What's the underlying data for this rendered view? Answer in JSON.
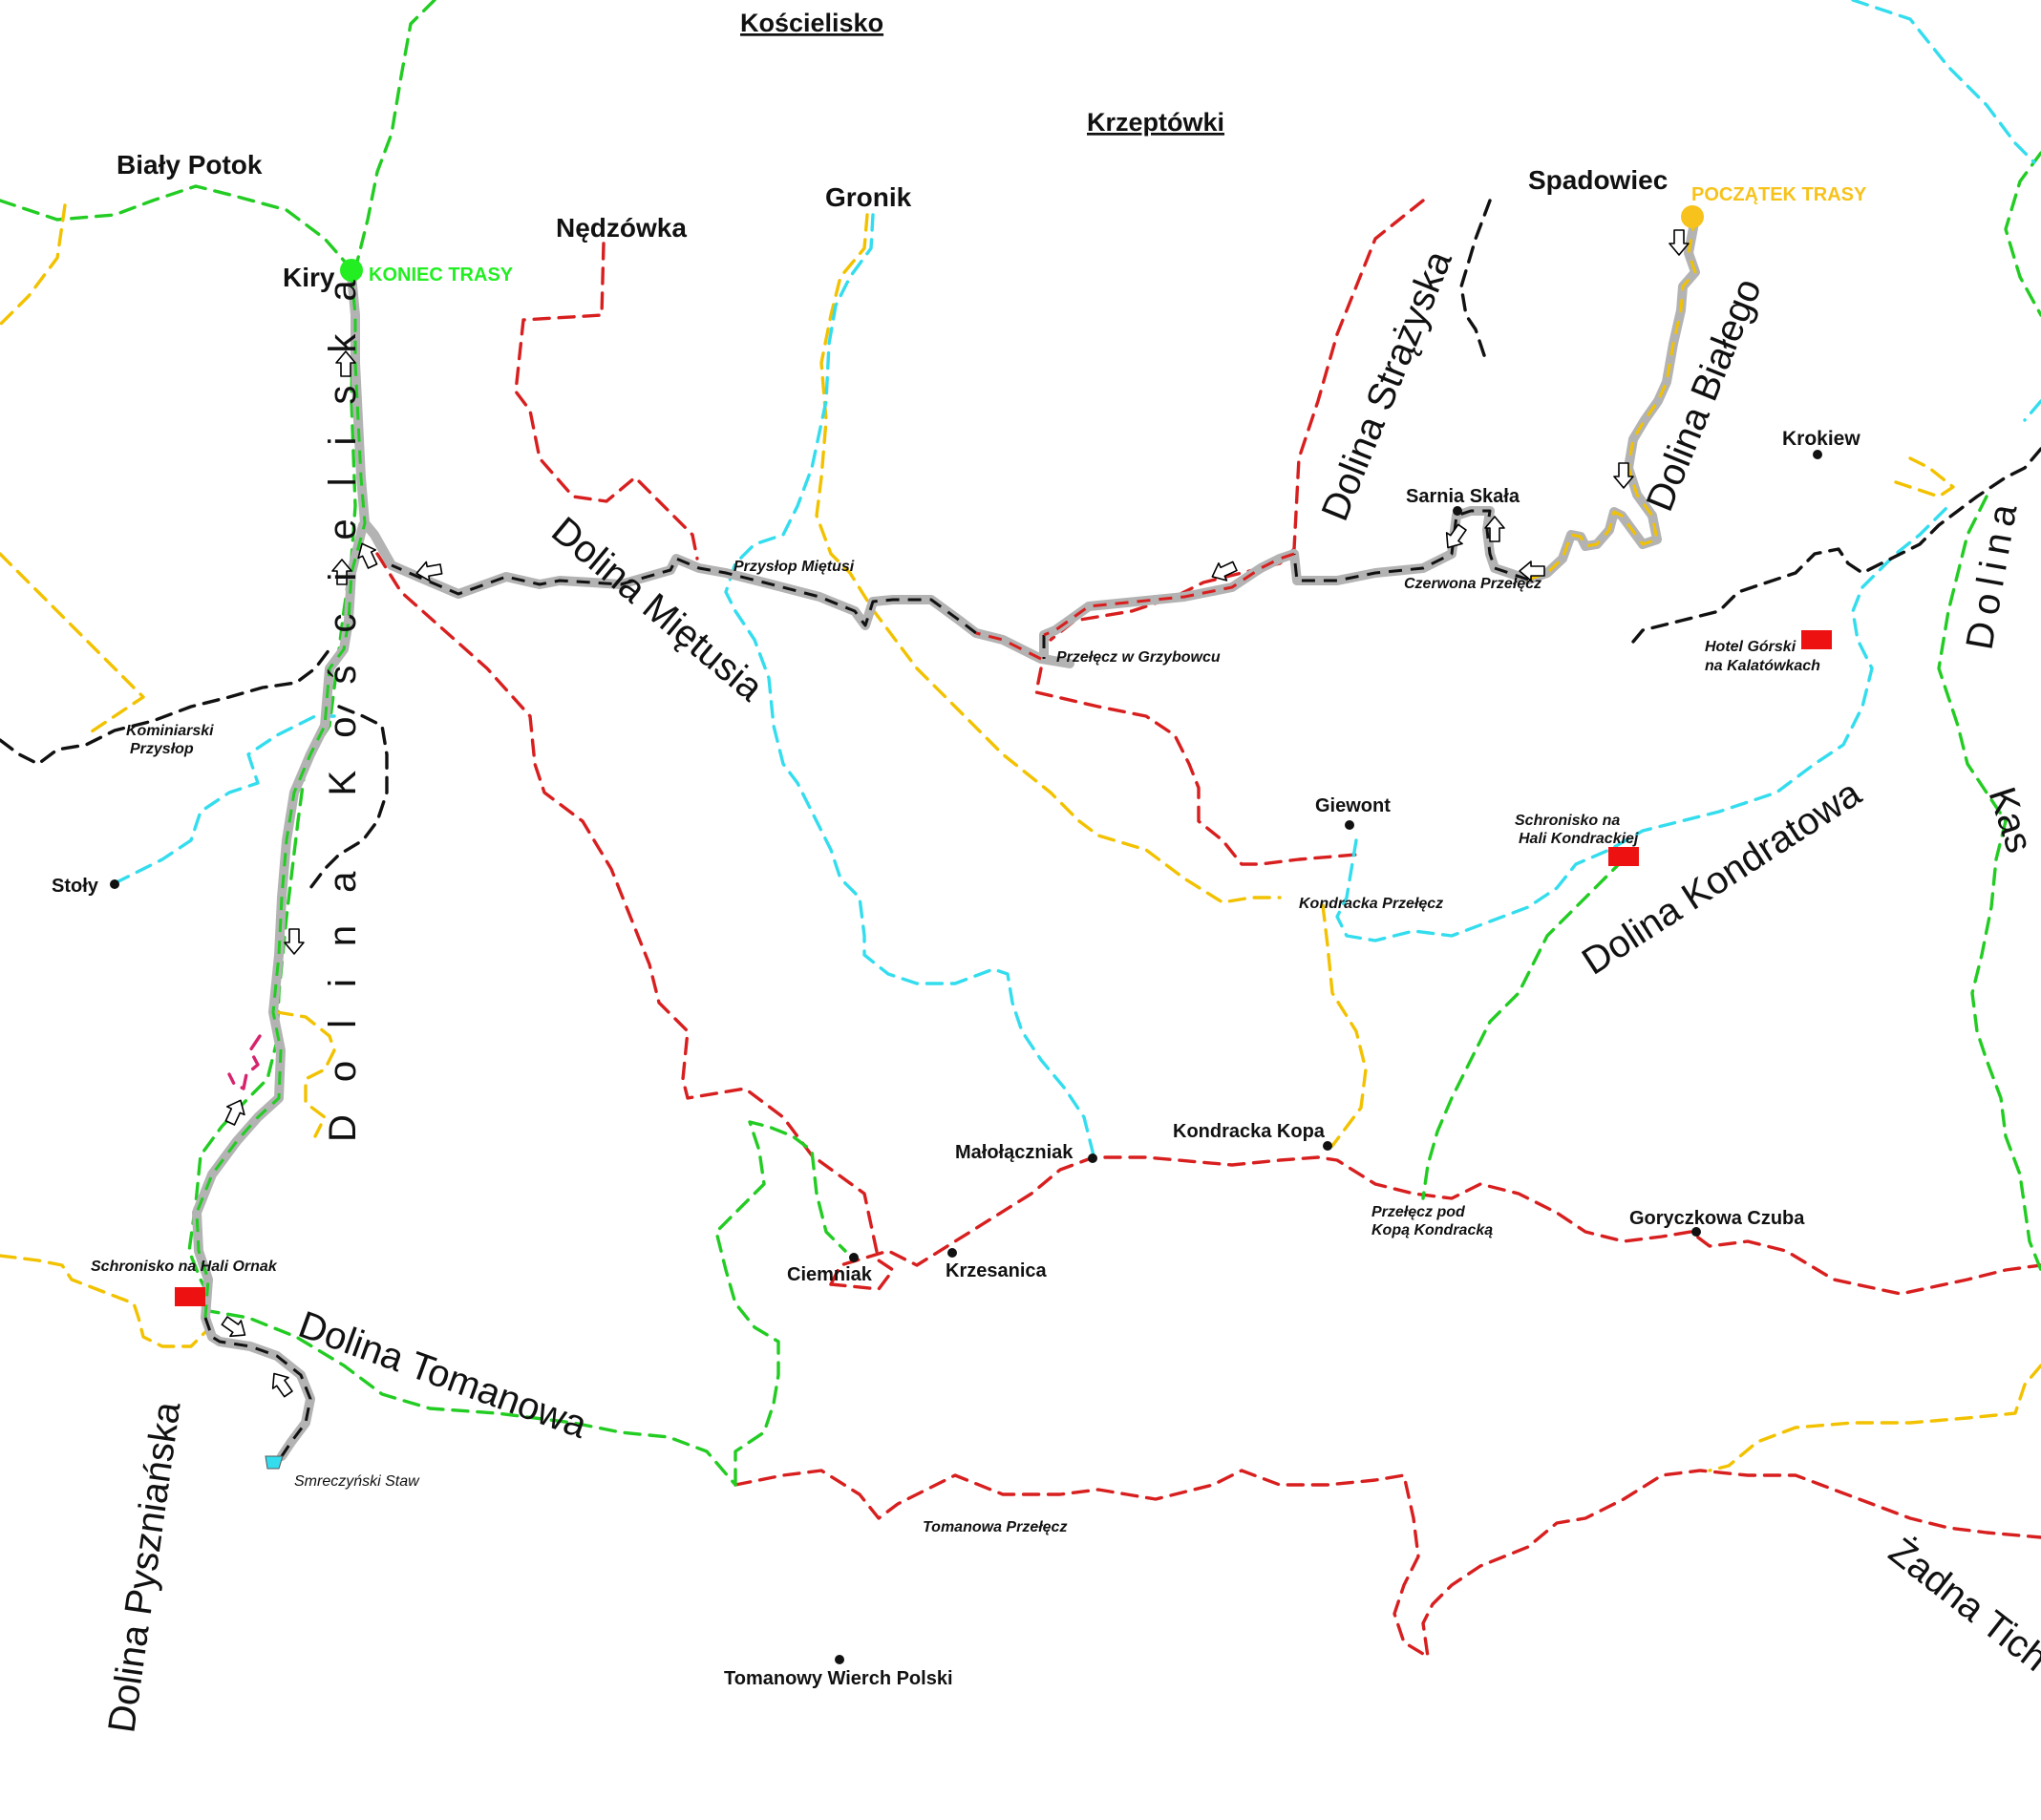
{
  "colors": {
    "route": "#b3b3b3",
    "trail_red": "#d81f1f",
    "trail_green": "#22cc22",
    "trail_yellow": "#f2c200",
    "trail_cyan": "#33ddee",
    "trail_black": "#111111",
    "trail_magenta": "#d6246e",
    "hut": "#ee1111",
    "start": "#f7c21b",
    "end": "#22ee22"
  },
  "markers": {
    "start_label": "POCZĄTEK TRASY",
    "end_label": "KONIEC TRASY"
  },
  "places": {
    "koscielisko": "Kościelisko",
    "krzeptowki": "Krzeptówki",
    "bialy_potok": "Biały Potok",
    "nedzowka": "Nędzówka",
    "gronik": "Gronik",
    "spadowiec": "Spadowiec",
    "kiry": "Kiry",
    "krokiew": "Krokiew",
    "sarnia_skala": "Sarnia Skała",
    "giewont": "Giewont",
    "stoly": "Stoły",
    "maloaczniak": "Małołączniak",
    "kondracka_kopa": "Kondracka Kopa",
    "goryczkowa_czuba": "Goryczkowa Czuba",
    "ciemniak": "Ciemniak",
    "krzesanica": "Krzesanica",
    "tomanowy_wierch": "Tomanowy Wierch Polski"
  },
  "passes": {
    "przyslop_mietusi": "Przysłop Miętusi",
    "przelecz_grzybowcu": "Przełęcz w Grzybowcu",
    "czerwona_przelecz": "Czerwona Przełęcz",
    "kominiarski_1": "Kominiarski",
    "kominiarski_2": "Przysłop",
    "kondracka_przelecz": "Kondracka Przełęcz",
    "pod_kopa_1": "Przełęcz pod",
    "pod_kopa_2": "Kopą Kondracką",
    "tomanowa_przelecz": "Tomanowa Przełęcz",
    "smreczynski_staw": "Smreczyński Staw"
  },
  "huts": {
    "kalatowki_1": "Hotel Górski",
    "kalatowki_2": "na Kalatówkach",
    "kondracka_1": "Schronisko na",
    "kondracka_2": "Hali Kondrackiej",
    "ornak": "Schronisko na Hali Ornak"
  },
  "valleys": {
    "dolina_koscieliska": "Dolina Kościeliska",
    "dolina_mietusia": "Dolina Miętusia",
    "dolina_strazyska": "Dolina Strążyska",
    "dolina_bialego": "Dolina Białego",
    "dolina_kondratowa": "Dolina Kondratowa",
    "dolina_tomanowa": "Dolina Tomanowa",
    "dolina_pyszniaanska": "Dolina Pyszniańska",
    "dolina_east": "Dolina",
    "kas": "Kas",
    "zadna": "Żadna Tich"
  }
}
